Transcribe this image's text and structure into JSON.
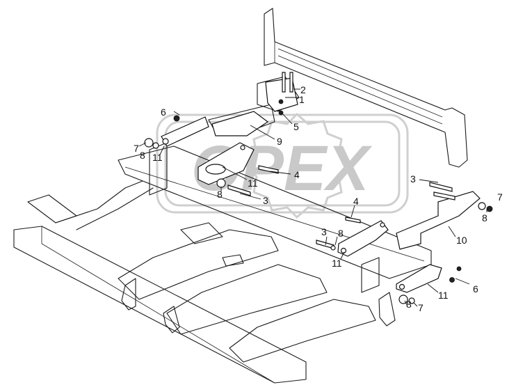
{
  "diagram": {
    "watermark_text": "OPEX",
    "callouts": [
      {
        "id": "c2a",
        "label": "2"
      },
      {
        "id": "c1",
        "label": "1"
      },
      {
        "id": "c5",
        "label": "5"
      },
      {
        "id": "c6a",
        "label": "6"
      },
      {
        "id": "c9",
        "label": "9"
      },
      {
        "id": "c7a",
        "label": "7"
      },
      {
        "id": "c8a",
        "label": "8"
      },
      {
        "id": "c11a",
        "label": "11"
      },
      {
        "id": "c4a",
        "label": "4"
      },
      {
        "id": "c11b",
        "label": "11"
      },
      {
        "id": "c8b",
        "label": "8"
      },
      {
        "id": "c3a",
        "label": "3"
      },
      {
        "id": "c3b",
        "label": "3"
      },
      {
        "id": "c7b",
        "label": "7"
      },
      {
        "id": "c8c",
        "label": "8"
      },
      {
        "id": "c4b",
        "label": "4"
      },
      {
        "id": "c3c",
        "label": "3"
      },
      {
        "id": "c8d",
        "label": "8"
      },
      {
        "id": "c10",
        "label": "10"
      },
      {
        "id": "c11c",
        "label": "11"
      },
      {
        "id": "c6b",
        "label": "6"
      },
      {
        "id": "c11d",
        "label": "11"
      },
      {
        "id": "c8e",
        "label": "8"
      },
      {
        "id": "c7c",
        "label": "7"
      }
    ]
  }
}
